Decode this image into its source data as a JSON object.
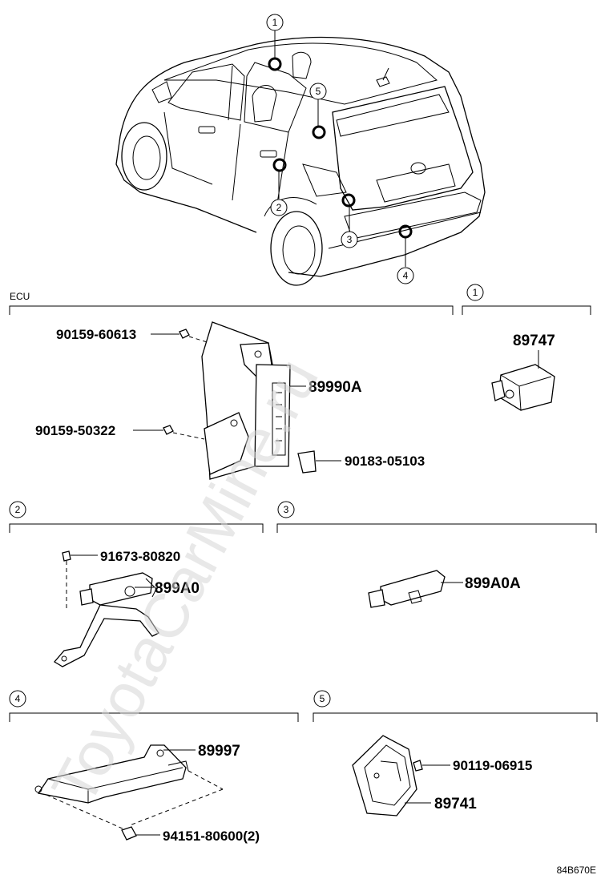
{
  "watermark": "ToyotaCarMine.ru",
  "diagram_code": "84B670E",
  "vehicle_callouts": [
    "1",
    "5",
    "2",
    "3",
    "4"
  ],
  "sections": {
    "ecu": {
      "label": "ECU",
      "parts": {
        "bolt_upper": "90159-60613",
        "ecu_unit": "89990A",
        "bolt_lower": "90159-50322",
        "clip": "90183-05103"
      }
    },
    "s1": {
      "callout": "1",
      "parts": {
        "receiver": "89747"
      }
    },
    "s2": {
      "callout": "2",
      "parts": {
        "screw": "91673-80820",
        "antenna": "899A0"
      }
    },
    "s3": {
      "callout": "3",
      "parts": {
        "antenna": "899A0A"
      }
    },
    "s4": {
      "callout": "4",
      "parts": {
        "antenna": "89997",
        "nut": "94151-80600(2)"
      }
    },
    "s5": {
      "callout": "5",
      "parts": {
        "screw": "90119-06915",
        "sensor": "89741"
      }
    }
  }
}
